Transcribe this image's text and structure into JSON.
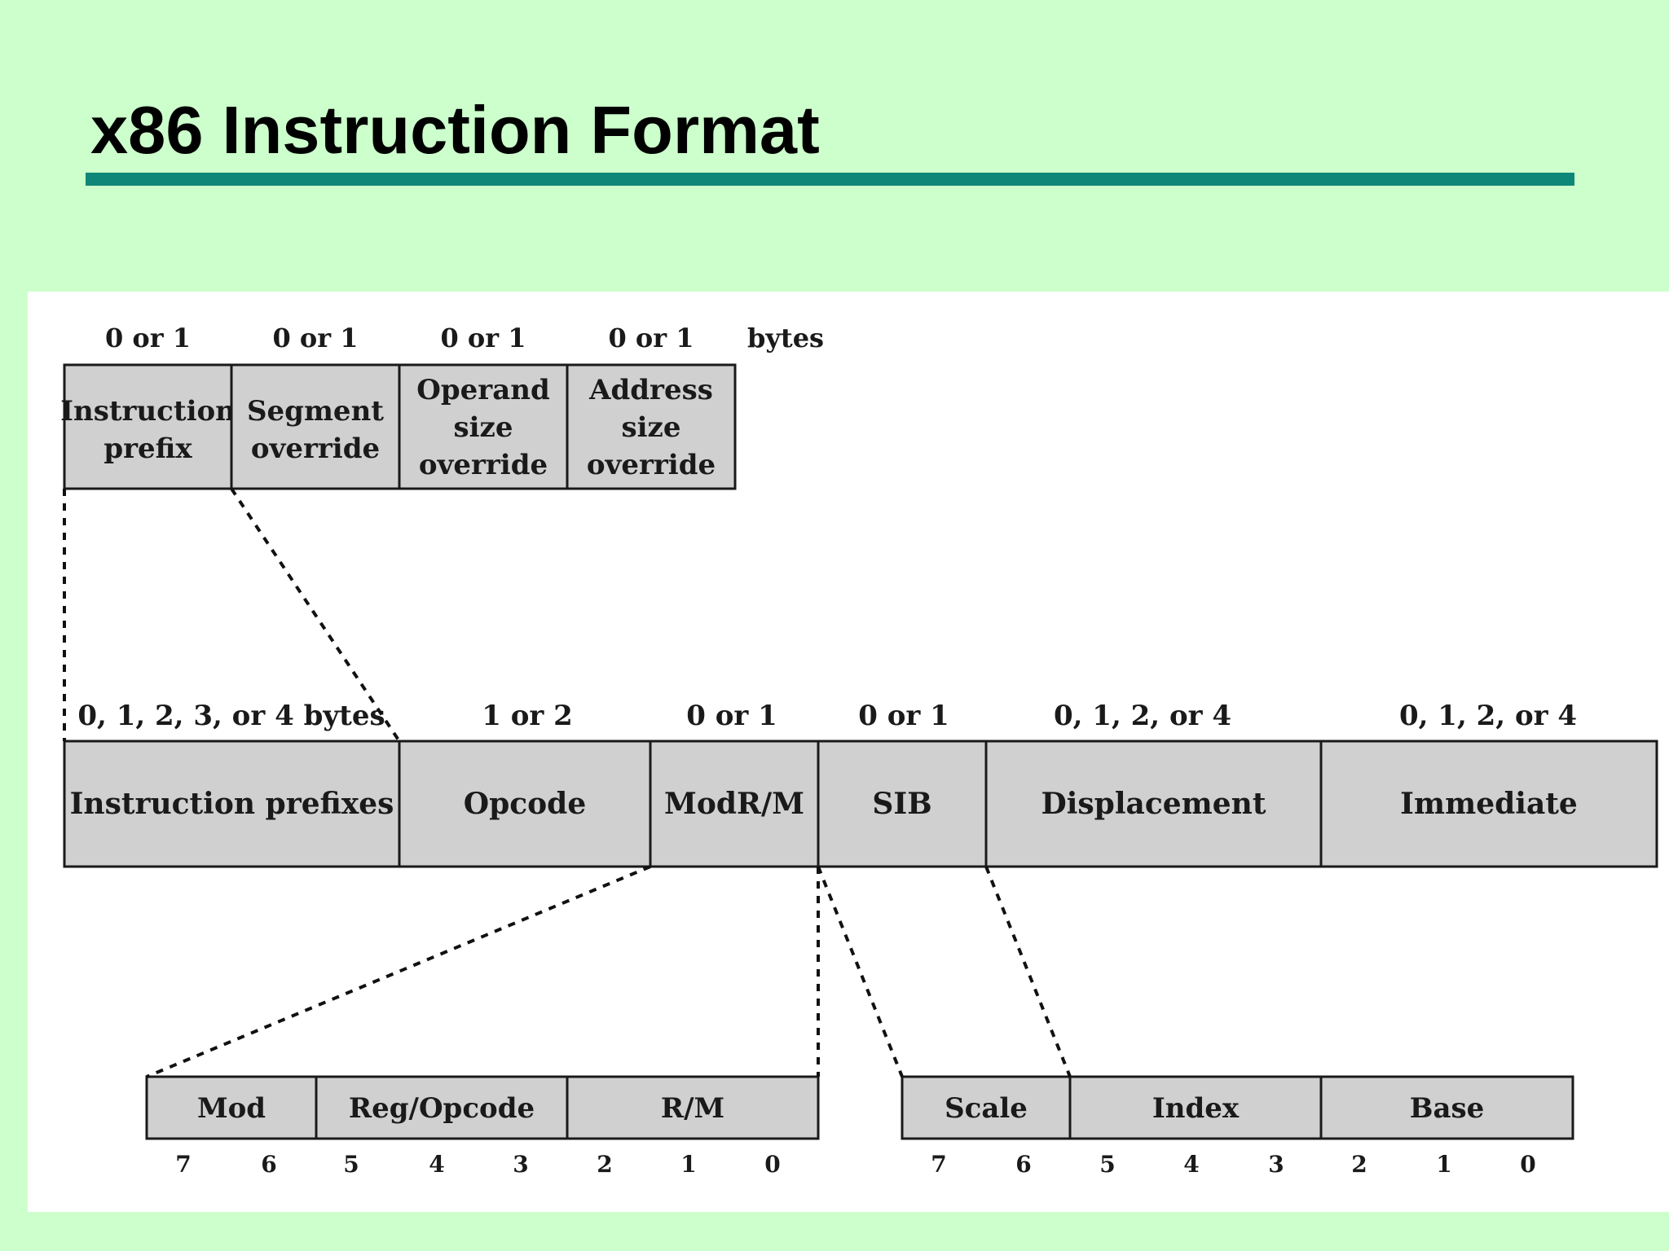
{
  "slide": {
    "title": "x86 Instruction Format",
    "title_color": "#000000",
    "rule_color": "#0e8778",
    "background": "#ccffcc"
  },
  "diagram": {
    "box_fill": "#d0d0d0",
    "top_row": {
      "size_labels": [
        "0 or 1",
        "0 or 1",
        "0 or 1",
        "0 or 1"
      ],
      "units_label": "bytes",
      "fields": [
        [
          "Instruction",
          "prefix"
        ],
        [
          "Segment",
          "override"
        ],
        [
          "Operand",
          "size",
          "override"
        ],
        [
          "Address",
          "size",
          "override"
        ]
      ]
    },
    "main_row": {
      "size_labels": [
        "0, 1, 2, 3, or 4 bytes",
        "1 or 2",
        "0 or 1",
        "0 or 1",
        "0, 1, 2, or 4",
        "0, 1, 2, or 4"
      ],
      "fields": [
        "Instruction prefixes",
        "Opcode",
        "ModR/M",
        "SIB",
        "Displacement",
        "Immediate"
      ]
    },
    "modrm": {
      "fields": [
        "Mod",
        "Reg/Opcode",
        "R/M"
      ],
      "bits": [
        "7",
        "6",
        "5",
        "4",
        "3",
        "2",
        "1",
        "0"
      ]
    },
    "sib": {
      "fields": [
        "Scale",
        "Index",
        "Base"
      ],
      "bits": [
        "7",
        "6",
        "5",
        "4",
        "3",
        "2",
        "1",
        "0"
      ]
    }
  }
}
